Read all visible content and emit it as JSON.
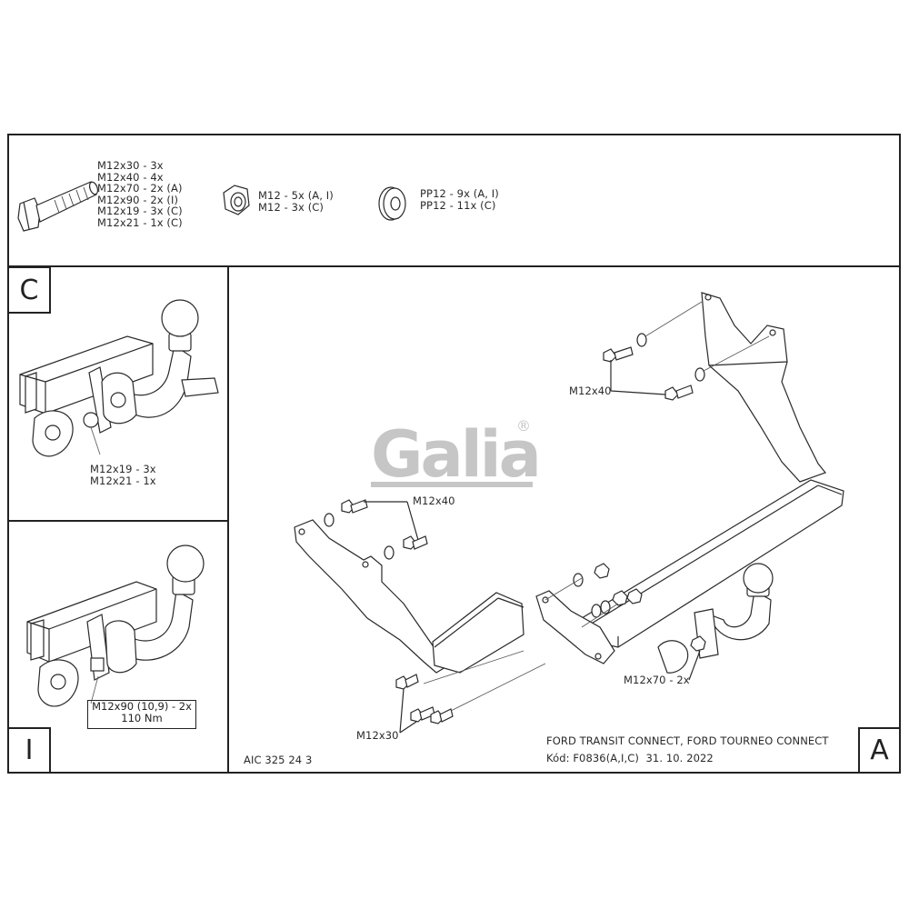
{
  "hardware": {
    "bolts": [
      "M12x30 - 3x",
      "M12x40 - 4x",
      "M12x70 - 2x (A)",
      "M12x90 - 2x (I)",
      "M12x19 - 3x (C)",
      "M12x21 - 1x (C)"
    ],
    "nuts": [
      "M12 - 5x (A, I)",
      "M12 - 3x (C)"
    ],
    "washers": [
      "PP12 - 9x (A, I)",
      "PP12 - 11x (C)"
    ]
  },
  "panel_c": {
    "letter": "C",
    "callouts": [
      "M12x19 - 3x",
      "M12x21 - 1x"
    ]
  },
  "panel_i": {
    "letter": "I",
    "callout": "M12x90 (10,9) - 2x",
    "torque": "110 Nm"
  },
  "panel_a": {
    "letter": "A",
    "callout_top_right": "M12x40",
    "callout_top_left": "M12x40",
    "callout_bottom_left": "M12x30",
    "callout_bottom_right": "M12x70 - 2x",
    "vehicle": "FORD TRANSIT CONNECT, FORD TOURNEO CONNECT",
    "code_line": "Kód: F0836(A,I,C)  31. 10. 2022",
    "drawing_no": "AIC 325 24 3"
  },
  "brand": {
    "logo_text": "Galia",
    "registered": "®",
    "logo_color": "#c6c6c6"
  }
}
